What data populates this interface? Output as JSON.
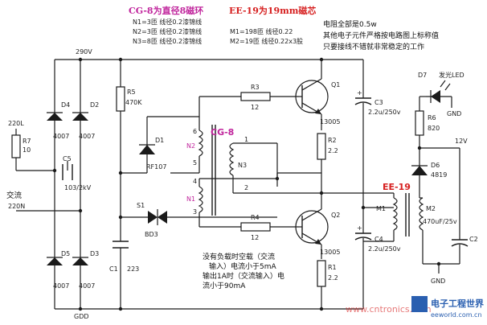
{
  "header": {
    "cg8_title": "CG-8为直径8磁环",
    "cg8_n1": "N1=3匝  线径0.2漆锦线",
    "cg8_n2": "N2=3匝  线径0.2漆锦线",
    "cg8_n3": "N3=8匝  线径0.2漆锦线",
    "ee19_title": "EE-19为19mm磁芯",
    "ee19_m1": "M1=198匝  线径0.22",
    "ee19_m2": "M2=19匝   线径0.22x3股",
    "note_line1": "电阻全部是0.5w",
    "note_line2": "其他电子元件严格按电路图上标称值",
    "note_line3": "只要接线不错就非常稳定的工作"
  },
  "labels": {
    "v290": "290V",
    "gdd": "GDD",
    "ac_220l": "220L",
    "ac_in": "交流",
    "ac_220n": "220N",
    "r7": "R7",
    "r7_val": "10",
    "c5": "C5",
    "c5_val": "103/2kV",
    "d4": "D4",
    "d4_val": "4007",
    "d2": "D2",
    "d2_val": "4007",
    "d5": "D5",
    "d5_val": "4007",
    "d3": "D3",
    "d3_val": "4007",
    "r5": "R5",
    "r5_val": "470K",
    "d1": "D1",
    "d1_val": "RF107",
    "s1": "S1",
    "bd3": "BD3",
    "c1": "C1",
    "c1_val": "223",
    "n2": "N2",
    "n1": "N1",
    "n3": "N3",
    "cg8": "CG-8",
    "pin6": "6",
    "pin5": "5",
    "pin4": "4",
    "pin3": "3",
    "pin1": "1",
    "pin2": "2",
    "r3": "R3",
    "r3_val": "12",
    "r4": "R4",
    "r4_val": "12",
    "q1": "Q1",
    "q1_val": "13005",
    "q2": "Q2",
    "q2_val": "13005",
    "r2": "R2",
    "r2_val": "2.2",
    "r1": "R1",
    "r1_val": "2.2",
    "c3": "C3",
    "c3_val": "2.2u/250v",
    "c4": "C4",
    "c4_val": "2.2u/250v",
    "ee19": "EE-19",
    "m1": "M1",
    "m2": "M2",
    "d7": "D7",
    "led": "发光LED",
    "gnd_top": "GND",
    "r6": "R6",
    "r6_val": "820",
    "v12": "12V",
    "d6": "D6",
    "d6_val": "4819",
    "cap_val": "470uF/25v",
    "c2": "C2",
    "gnd_bot": "GND",
    "load_note1": "没有负载时空载（交流",
    "load_note2": "输入）电流小于5mA",
    "load_note3": "输出1A时（交流输入）电",
    "load_note4": "流小于90mA",
    "watermark_site": "www.cntronics.com",
    "watermark_brand": "电子工程世界",
    "watermark_url": "eeworld.com.cn"
  }
}
